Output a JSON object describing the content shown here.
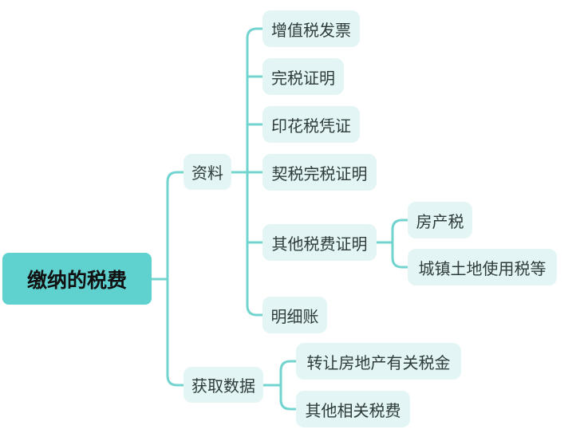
{
  "mindmap": {
    "root": "缴纳的税费",
    "materials": {
      "label": "资料",
      "items": [
        "增值税发票",
        "完税证明",
        "印花税凭证",
        "契税完税证明",
        "其他税费证明",
        "明细账"
      ],
      "other_tax_children": [
        "房产税",
        "城镇土地使用税等"
      ]
    },
    "acquire": {
      "label": "获取数据",
      "items": [
        "转让房地产有关税金",
        "其他相关税费"
      ]
    }
  },
  "colors": {
    "line": "#72d4cf",
    "root_bg": "#5fd1cf",
    "node_bg": "#e3f6f5",
    "text": "#2f3b3b"
  }
}
